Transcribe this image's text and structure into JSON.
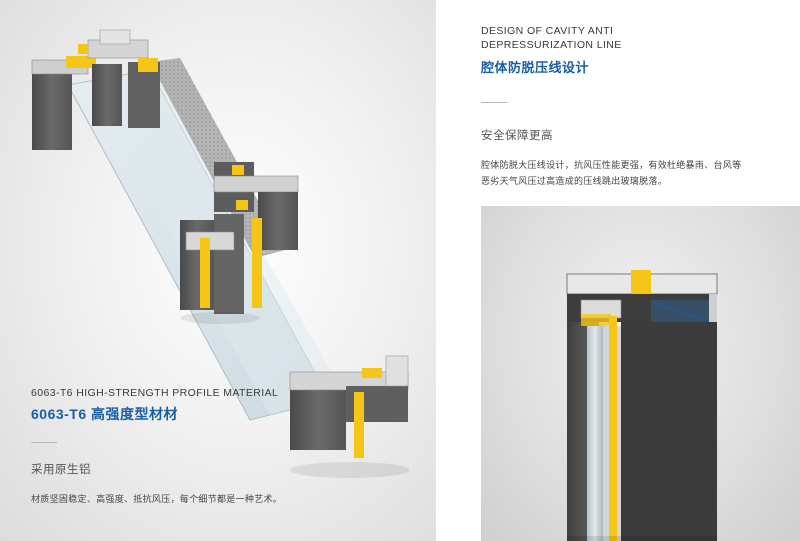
{
  "left": {
    "eng_title": "6063-T6 HIGH-STRENGTH PROFILE MATERIAL",
    "cn_title": "6063-T6 高强度型材材",
    "sub_title": "采用原生铝",
    "description": "材质坚固稳定、高强度、抵抗风压，每个细节都是一种艺术。",
    "image_icon": "curtain-wall-profile-section-icon"
  },
  "right": {
    "eng_title": "DESIGN OF CAVITY ANTI DEPRESSURIZATION LINE",
    "cn_title": "腔体防脱压线设计",
    "sub_title": "安全保障更高",
    "description_line1": "腔体防脱大压线设计，抗风压性能更强，有效杜绝暴雨、台风等",
    "description_line2": "恶劣天气风压过高造成的压线跳出玻璃脱落。",
    "image_icon": "cavity-pressure-line-detail-icon"
  },
  "colors": {
    "accent_blue": "#1a5ea8",
    "aluminum_dark": "#5a5a5a",
    "gasket_yellow": "#f5c518",
    "glass_blue": "#cfe2ee"
  }
}
